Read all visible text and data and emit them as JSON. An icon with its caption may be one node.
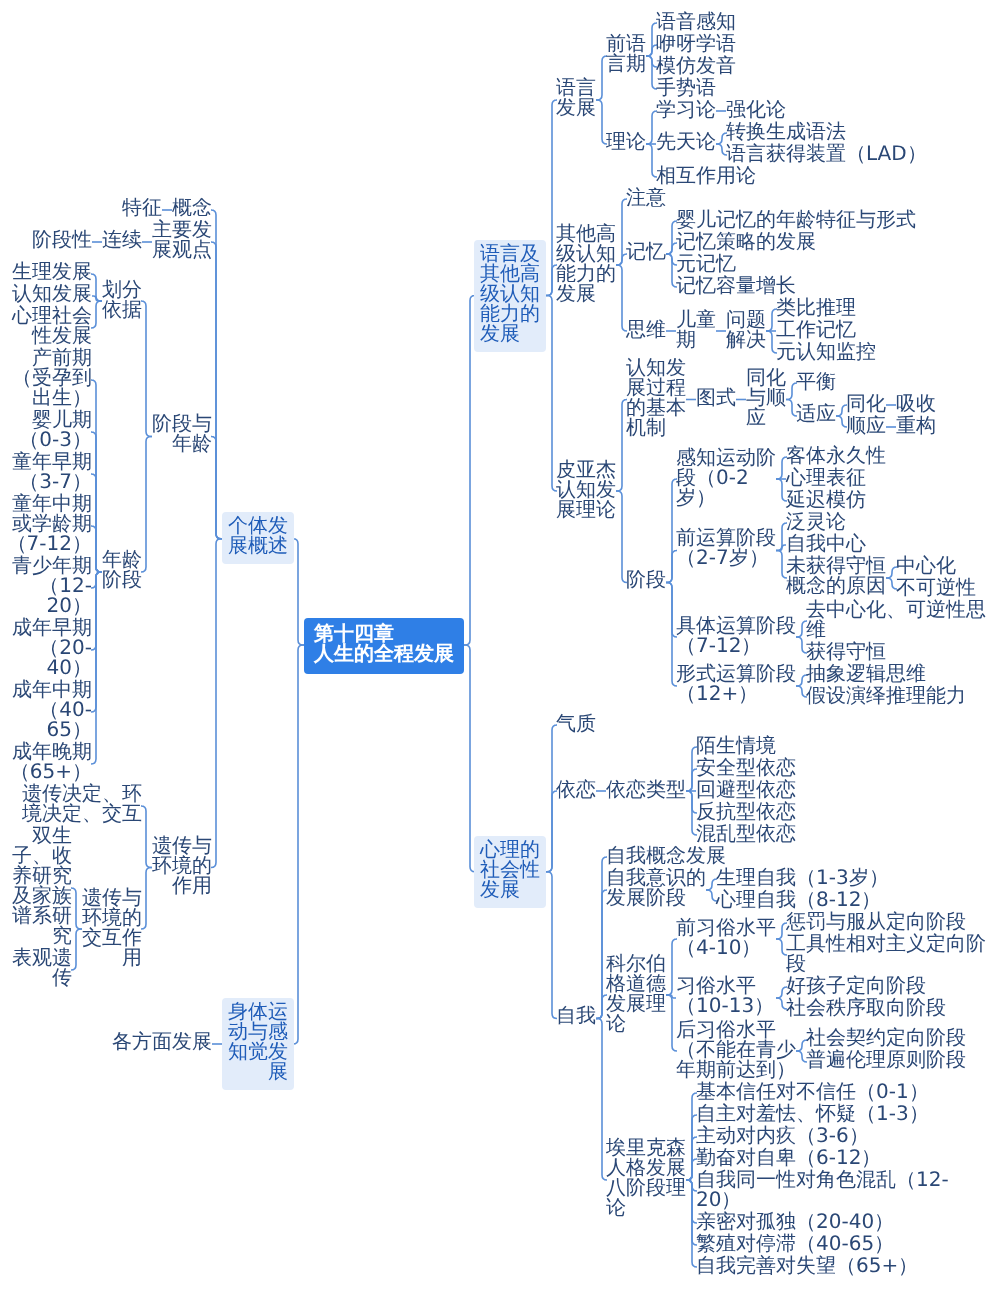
{
  "diagram": {
    "nodes": [
      {
        "text": [
          "第十四章",
          "人生的全程发展"
        ]
      },
      {
        "text": [
          "个体发展概述"
        ]
      },
      {
        "text": [
          "概念"
        ]
      },
      {
        "text": [
          "特征"
        ]
      },
      {
        "text": [
          "主要发展观点"
        ]
      },
      {
        "text": [
          "连续"
        ]
      },
      {
        "text": [
          "阶段性"
        ]
      },
      {
        "text": [
          "阶段与年龄"
        ]
      },
      {
        "text": [
          "划分依据"
        ]
      },
      {
        "text": [
          "生理发展"
        ]
      },
      {
        "text": [
          "认知发展"
        ]
      },
      {
        "text": [
          "心理社会性发展"
        ]
      },
      {
        "text": [
          "年龄阶段"
        ]
      },
      {
        "text": [
          "产前期（受孕到出生）"
        ]
      },
      {
        "text": [
          "婴儿期（0-3）"
        ]
      },
      {
        "text": [
          "童年早期（3-7）"
        ]
      },
      {
        "text": [
          "童年中期或学龄期（7-12）"
        ]
      },
      {
        "text": [
          "青少年期（12-20）"
        ]
      },
      {
        "text": [
          "成年早期（20-40）"
        ]
      },
      {
        "text": [
          "成年中期（40-65）"
        ]
      },
      {
        "text": [
          "成年晚期（65+）"
        ]
      },
      {
        "text": [
          "遗传与环境的作用"
        ]
      },
      {
        "text": [
          "遗传决定、环境决定、交互"
        ]
      },
      {
        "text": [
          "遗传与环境的交互作用"
        ]
      },
      {
        "text": [
          "双生子、收养研究及家族谱系研究"
        ]
      },
      {
        "text": [
          "表观遗传"
        ]
      },
      {
        "text": [
          "身体运动与感知觉发展"
        ]
      },
      {
        "text": [
          "各方面发展"
        ]
      },
      {
        "text": [
          "语言及其他高级认知能力的发展"
        ]
      },
      {
        "text": [
          "语言发展"
        ]
      },
      {
        "text": [
          "前语言期"
        ]
      },
      {
        "text": [
          "语音感知"
        ]
      },
      {
        "text": [
          "咿呀学语"
        ]
      },
      {
        "text": [
          "模仿发音"
        ]
      },
      {
        "text": [
          "手势语"
        ]
      },
      {
        "text": [
          "理论"
        ]
      },
      {
        "text": [
          "学习论"
        ]
      },
      {
        "text": [
          "强化论"
        ]
      },
      {
        "text": [
          "先天论"
        ]
      },
      {
        "text": [
          "转换生成语法"
        ]
      },
      {
        "text": [
          "语言获得装置（LAD）"
        ]
      },
      {
        "text": [
          "相互作用论"
        ]
      },
      {
        "text": [
          "其他高级认知能力的发展"
        ]
      },
      {
        "text": [
          "注意"
        ]
      },
      {
        "text": [
          "记忆"
        ]
      },
      {
        "text": [
          "婴儿记忆的年龄特征与形式"
        ]
      },
      {
        "text": [
          "记忆策略的发展"
        ]
      },
      {
        "text": [
          "元记忆"
        ]
      },
      {
        "text": [
          "记忆容量增长"
        ]
      },
      {
        "text": [
          "思维"
        ]
      },
      {
        "text": [
          "儿童期"
        ]
      },
      {
        "text": [
          "问题解决"
        ]
      },
      {
        "text": [
          "类比推理"
        ]
      },
      {
        "text": [
          "工作记忆"
        ]
      },
      {
        "text": [
          "元认知监控"
        ]
      },
      {
        "text": [
          "皮亚杰认知发展理论"
        ]
      },
      {
        "text": [
          "认知发展过程的基本机制"
        ]
      },
      {
        "text": [
          "图式"
        ]
      },
      {
        "text": [
          "同化与顺应"
        ]
      },
      {
        "text": [
          "平衡"
        ]
      },
      {
        "text": [
          "适应"
        ]
      },
      {
        "text": [
          "同化"
        ]
      },
      {
        "text": [
          "吸收"
        ]
      },
      {
        "text": [
          "顺应"
        ]
      },
      {
        "text": [
          "重构"
        ]
      },
      {
        "text": [
          "阶段"
        ]
      },
      {
        "text": [
          "感知运动阶段（0-2岁）"
        ]
      },
      {
        "text": [
          "客体永久性"
        ]
      },
      {
        "text": [
          "心理表征"
        ]
      },
      {
        "text": [
          "延迟模仿"
        ]
      },
      {
        "text": [
          "前运算阶段（2-7岁）"
        ]
      },
      {
        "text": [
          "泛灵论"
        ]
      },
      {
        "text": [
          "自我中心"
        ]
      },
      {
        "text": [
          "未获得守恒概念的原因"
        ]
      },
      {
        "text": [
          "中心化"
        ]
      },
      {
        "text": [
          "不可逆性"
        ]
      },
      {
        "text": [
          "具体运算阶段（7-12）"
        ]
      },
      {
        "text": [
          "去中心化、可逆性思维"
        ]
      },
      {
        "text": [
          "获得守恒"
        ]
      },
      {
        "text": [
          "形式运算阶段（12+）"
        ]
      },
      {
        "text": [
          "抽象逻辑思维"
        ]
      },
      {
        "text": [
          "假设演绎推理能力"
        ]
      },
      {
        "text": [
          "心理的社会性发展"
        ]
      },
      {
        "text": [
          "气质"
        ]
      },
      {
        "text": [
          "依恋"
        ]
      },
      {
        "text": [
          "依恋类型"
        ]
      },
      {
        "text": [
          "陌生情境"
        ]
      },
      {
        "text": [
          "安全型依恋"
        ]
      },
      {
        "text": [
          "回避型依恋"
        ]
      },
      {
        "text": [
          "反抗型依恋"
        ]
      },
      {
        "text": [
          "混乱型依恋"
        ]
      },
      {
        "text": [
          "自我"
        ]
      },
      {
        "text": [
          "自我概念发展"
        ]
      },
      {
        "text": [
          "自我意识的发展阶段"
        ]
      },
      {
        "text": [
          "生理自我（1-3岁）"
        ]
      },
      {
        "text": [
          "心理自我（8-12）"
        ]
      },
      {
        "text": [
          "科尔伯格道德发展理论"
        ]
      },
      {
        "text": [
          "前习俗水平（4-10）"
        ]
      },
      {
        "text": [
          "惩罚与服从定向阶段"
        ]
      },
      {
        "text": [
          "工具性相对主义定向阶段"
        ]
      },
      {
        "text": [
          "习俗水平（10-13）"
        ]
      },
      {
        "text": [
          "好孩子定向阶段"
        ]
      },
      {
        "text": [
          "社会秩序取向阶段"
        ]
      },
      {
        "text": [
          "后习俗水平（不能在青少年期前达到）"
        ]
      },
      {
        "text": [
          "社会契约定向阶段"
        ]
      },
      {
        "text": [
          "普遍伦理原则阶段"
        ]
      },
      {
        "text": [
          "埃里克森人格发展八阶段理论"
        ]
      },
      {
        "text": [
          "基本信任对不信任（0-1）"
        ]
      },
      {
        "text": [
          "自主对羞怯、怀疑（1-3）"
        ]
      },
      {
        "text": [
          "主动对内疚（3-6）"
        ]
      },
      {
        "text": [
          "勤奋对自卑（6-12）"
        ]
      },
      {
        "text": [
          "自我同一性对角色混乱（12-20）"
        ]
      },
      {
        "text": [
          "亲密对孤独（20-40）"
        ]
      },
      {
        "text": [
          "繁殖对停滞（40-65）"
        ]
      },
      {
        "text": [
          "自我完善对失望（65+）"
        ]
      }
    ],
    "edges": [
      {
        "from": 0,
        "to": 1,
        "arrow": "none"
      },
      {
        "from": 1,
        "to": 2,
        "arrow": "none"
      },
      {
        "from": 2,
        "to": 3,
        "arrow": "none"
      },
      {
        "from": 1,
        "to": 4,
        "arrow": "none"
      },
      {
        "from": 4,
        "to": 5,
        "arrow": "none"
      },
      {
        "from": 5,
        "to": 6,
        "arrow": "none"
      },
      {
        "from": 1,
        "to": 7,
        "arrow": "none"
      },
      {
        "from": 7,
        "to": 8,
        "arrow": "none"
      },
      {
        "from": 8,
        "to": 9,
        "arrow": "none"
      },
      {
        "from": 8,
        "to": 10,
        "arrow": "none"
      },
      {
        "from": 8,
        "to": 11,
        "arrow": "none"
      },
      {
        "from": 7,
        "to": 12,
        "arrow": "none"
      },
      {
        "from": 12,
        "to": 13,
        "arrow": "none"
      },
      {
        "from": 12,
        "to": 14,
        "arrow": "none"
      },
      {
        "from": 12,
        "to": 15,
        "arrow": "none"
      },
      {
        "from": 12,
        "to": 16,
        "arrow": "none"
      },
      {
        "from": 12,
        "to": 17,
        "arrow": "none"
      },
      {
        "from": 12,
        "to": 18,
        "arrow": "none"
      },
      {
        "from": 12,
        "to": 19,
        "arrow": "none"
      },
      {
        "from": 12,
        "to": 20,
        "arrow": "none"
      },
      {
        "from": 1,
        "to": 21,
        "arrow": "none"
      },
      {
        "from": 21,
        "to": 22,
        "arrow": "none"
      },
      {
        "from": 21,
        "to": 23,
        "arrow": "none"
      },
      {
        "from": 23,
        "to": 24,
        "arrow": "none"
      },
      {
        "from": 23,
        "to": 25,
        "arrow": "none"
      },
      {
        "from": 0,
        "to": 26,
        "arrow": "none"
      },
      {
        "from": 26,
        "to": 27,
        "arrow": "none"
      },
      {
        "from": 0,
        "to": 28,
        "arrow": "none"
      },
      {
        "from": 28,
        "to": 29,
        "arrow": "none"
      },
      {
        "from": 29,
        "to": 30,
        "arrow": "none"
      },
      {
        "from": 30,
        "to": 31,
        "arrow": "none"
      },
      {
        "from": 30,
        "to": 32,
        "arrow": "none"
      },
      {
        "from": 30,
        "to": 33,
        "arrow": "none"
      },
      {
        "from": 30,
        "to": 34,
        "arrow": "none"
      },
      {
        "from": 29,
        "to": 35,
        "arrow": "none"
      },
      {
        "from": 35,
        "to": 36,
        "arrow": "none"
      },
      {
        "from": 36,
        "to": 37,
        "arrow": "none"
      },
      {
        "from": 35,
        "to": 38,
        "arrow": "none"
      },
      {
        "from": 38,
        "to": 39,
        "arrow": "none"
      },
      {
        "from": 38,
        "to": 40,
        "arrow": "none"
      },
      {
        "from": 35,
        "to": 41,
        "arrow": "none"
      },
      {
        "from": 28,
        "to": 42,
        "arrow": "none"
      },
      {
        "from": 42,
        "to": 43,
        "arrow": "none"
      },
      {
        "from": 42,
        "to": 44,
        "arrow": "none"
      },
      {
        "from": 44,
        "to": 45,
        "arrow": "none"
      },
      {
        "from": 44,
        "to": 46,
        "arrow": "none"
      },
      {
        "from": 44,
        "to": 47,
        "arrow": "none"
      },
      {
        "from": 44,
        "to": 48,
        "arrow": "none"
      },
      {
        "from": 42,
        "to": 49,
        "arrow": "none"
      },
      {
        "from": 49,
        "to": 50,
        "arrow": "none"
      },
      {
        "from": 50,
        "to": 51,
        "arrow": "none"
      },
      {
        "from": 51,
        "to": 52,
        "arrow": "none"
      },
      {
        "from": 51,
        "to": 53,
        "arrow": "none"
      },
      {
        "from": 51,
        "to": 54,
        "arrow": "none"
      },
      {
        "from": 28,
        "to": 55,
        "arrow": "none"
      },
      {
        "from": 55,
        "to": 56,
        "arrow": "none"
      },
      {
        "from": 56,
        "to": 57,
        "arrow": "none"
      },
      {
        "from": 57,
        "to": 58,
        "arrow": "none"
      },
      {
        "from": 58,
        "to": 59,
        "arrow": "none"
      },
      {
        "from": 58,
        "to": 60,
        "arrow": "none"
      },
      {
        "from": 60,
        "to": 61,
        "arrow": "none"
      },
      {
        "from": 61,
        "to": 62,
        "arrow": "none"
      },
      {
        "from": 60,
        "to": 63,
        "arrow": "none"
      },
      {
        "from": 63,
        "to": 64,
        "arrow": "none"
      },
      {
        "from": 55,
        "to": 65,
        "arrow": "none"
      },
      {
        "from": 65,
        "to": 66,
        "arrow": "none"
      },
      {
        "from": 66,
        "to": 67,
        "arrow": "none"
      },
      {
        "from": 66,
        "to": 68,
        "arrow": "none"
      },
      {
        "from": 66,
        "to": 69,
        "arrow": "none"
      },
      {
        "from": 65,
        "to": 70,
        "arrow": "none"
      },
      {
        "from": 70,
        "to": 71,
        "arrow": "none"
      },
      {
        "from": 70,
        "to": 72,
        "arrow": "none"
      },
      {
        "from": 70,
        "to": 73,
        "arrow": "none"
      },
      {
        "from": 73,
        "to": 74,
        "arrow": "none"
      },
      {
        "from": 73,
        "to": 75,
        "arrow": "none"
      },
      {
        "from": 65,
        "to": 76,
        "arrow": "none"
      },
      {
        "from": 76,
        "to": 77,
        "arrow": "none"
      },
      {
        "from": 76,
        "to": 78,
        "arrow": "none"
      },
      {
        "from": 65,
        "to": 79,
        "arrow": "none"
      },
      {
        "from": 79,
        "to": 80,
        "arrow": "none"
      },
      {
        "from": 79,
        "to": 81,
        "arrow": "none"
      },
      {
        "from": 0,
        "to": 82,
        "arrow": "none"
      },
      {
        "from": 82,
        "to": 83,
        "arrow": "none"
      },
      {
        "from": 82,
        "to": 84,
        "arrow": "none"
      },
      {
        "from": 84,
        "to": 85,
        "arrow": "none"
      },
      {
        "from": 85,
        "to": 86,
        "arrow": "none"
      },
      {
        "from": 85,
        "to": 87,
        "arrow": "none"
      },
      {
        "from": 85,
        "to": 88,
        "arrow": "none"
      },
      {
        "from": 85,
        "to": 89,
        "arrow": "none"
      },
      {
        "from": 85,
        "to": 90,
        "arrow": "none"
      },
      {
        "from": 82,
        "to": 91,
        "arrow": "none"
      },
      {
        "from": 91,
        "to": 92,
        "arrow": "none"
      },
      {
        "from": 91,
        "to": 93,
        "arrow": "none"
      },
      {
        "from": 93,
        "to": 94,
        "arrow": "none"
      },
      {
        "from": 93,
        "to": 95,
        "arrow": "none"
      },
      {
        "from": 91,
        "to": 96,
        "arrow": "none"
      },
      {
        "from": 96,
        "to": 97,
        "arrow": "none"
      },
      {
        "from": 97,
        "to": 98,
        "arrow": "none"
      },
      {
        "from": 97,
        "to": 99,
        "arrow": "none"
      },
      {
        "from": 96,
        "to": 100,
        "arrow": "none"
      },
      {
        "from": 100,
        "to": 101,
        "arrow": "none"
      },
      {
        "from": 100,
        "to": 102,
        "arrow": "none"
      },
      {
        "from": 96,
        "to": 103,
        "arrow": "none"
      },
      {
        "from": 103,
        "to": 104,
        "arrow": "none"
      },
      {
        "from": 103,
        "to": 105,
        "arrow": "none"
      },
      {
        "from": 91,
        "to": 106,
        "arrow": "none"
      },
      {
        "from": 106,
        "to": 107,
        "arrow": "none"
      },
      {
        "from": 106,
        "to": 108,
        "arrow": "none"
      },
      {
        "from": 106,
        "to": 109,
        "arrow": "none"
      },
      {
        "from": 106,
        "to": 110,
        "arrow": "none"
      },
      {
        "from": 106,
        "to": 111,
        "arrow": "none"
      },
      {
        "from": 106,
        "to": 112,
        "arrow": "none"
      },
      {
        "from": 106,
        "to": 113,
        "arrow": "none"
      },
      {
        "from": 106,
        "to": 114,
        "arrow": "none"
      }
    ]
  }
}
